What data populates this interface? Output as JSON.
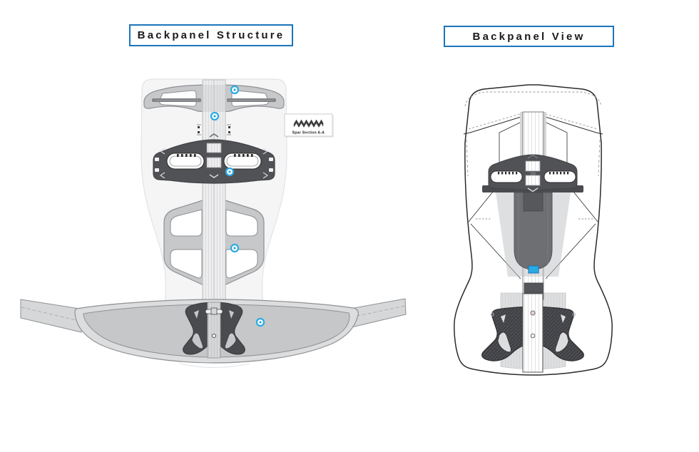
{
  "page": {
    "background": "#FFFFFF"
  },
  "titles": {
    "structure": "Backpanel Structure",
    "view": "Backpanel View"
  },
  "callout": {
    "label": "Spar Section A-A",
    "icon": "zigzag-spring-icon"
  },
  "colors": {
    "title_border": "#1B75BC",
    "marker_blue": "#29ABE2",
    "ink": "#2B2B2C",
    "dark_part": "#515255",
    "darker_part": "#414246",
    "mid_gray": "#C7C8CA",
    "belt_gray": "#C6C7C9",
    "light_gray": "#DCDDDE",
    "ghost_fill": "#F5F5F6",
    "ghost_line": "#E2E3E5",
    "part_outline": "#8E9093",
    "text_color": "#1A1A1A"
  }
}
